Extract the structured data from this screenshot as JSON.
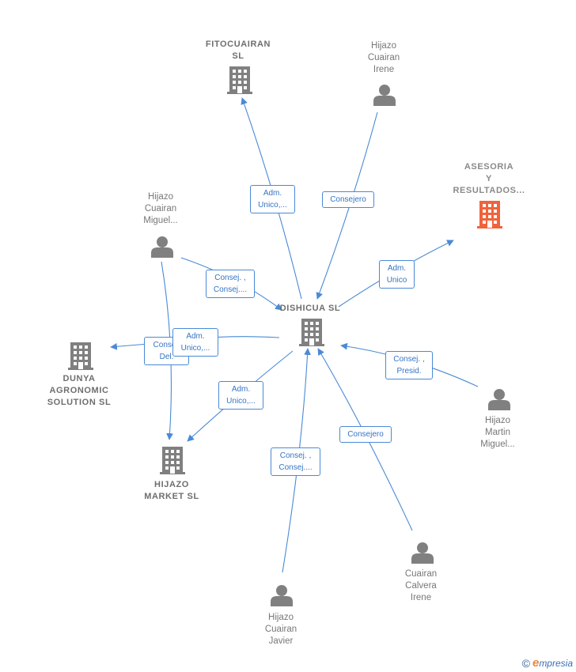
{
  "colors": {
    "edge": "#4a8ad6",
    "node_icon": "#808080",
    "highlight_icon": "#f0643c",
    "label_text": "#777777"
  },
  "nodes": {
    "fitocuairan": {
      "label": "FITOCUAIRAN\nSL",
      "kind": "company"
    },
    "hijazo_cuairan_irene": {
      "label": "Hijazo\nCuairan\nIrene",
      "kind": "person"
    },
    "asesoria": {
      "label": "ASESORIA\nY\nRESULTADOS...",
      "kind": "company",
      "highlight": true
    },
    "hijazo_cuairan_miguel": {
      "label": "Hijazo\nCuairan\nMiguel...",
      "kind": "person"
    },
    "dishicua": {
      "label": "DISHICUA  SL",
      "kind": "company"
    },
    "dunya": {
      "label": "DUNYA\nAGRONOMIC\nSOLUTION  SL",
      "kind": "company"
    },
    "hijazo_market": {
      "label": "HIJAZO\nMARKET  SL",
      "kind": "company"
    },
    "hijazo_martin_miguel": {
      "label": "Hijazo\nMartin\nMiguel...",
      "kind": "person"
    },
    "cuairan_calvera_irene": {
      "label": "Cuairan\nCalvera\nIrene",
      "kind": "person"
    },
    "hijazo_cuairan_javier": {
      "label": "Hijazo\nCuairan\nJavier",
      "kind": "person"
    }
  },
  "edges": {
    "adm_fitocuairan": "Adm.\nUnico,...",
    "consejero_irene": "Consejero",
    "adm_asesoria": "Adm.\nUnico",
    "consej_miguel": "Consej. ,\nConsej....",
    "consej_del_dunya": "Consej.\nDel.",
    "adm_dunya": "Adm.\nUnico,...",
    "adm_market": "Adm.\nUnico,...",
    "consej_presid_martin": "Consej. ,\nPresid.",
    "consejero_calvera": "Consejero",
    "consej_javier": "Consej. ,\nConsej...."
  },
  "footer": {
    "copyright": "©",
    "brand_initial": "e",
    "brand_rest": "mpresia"
  }
}
